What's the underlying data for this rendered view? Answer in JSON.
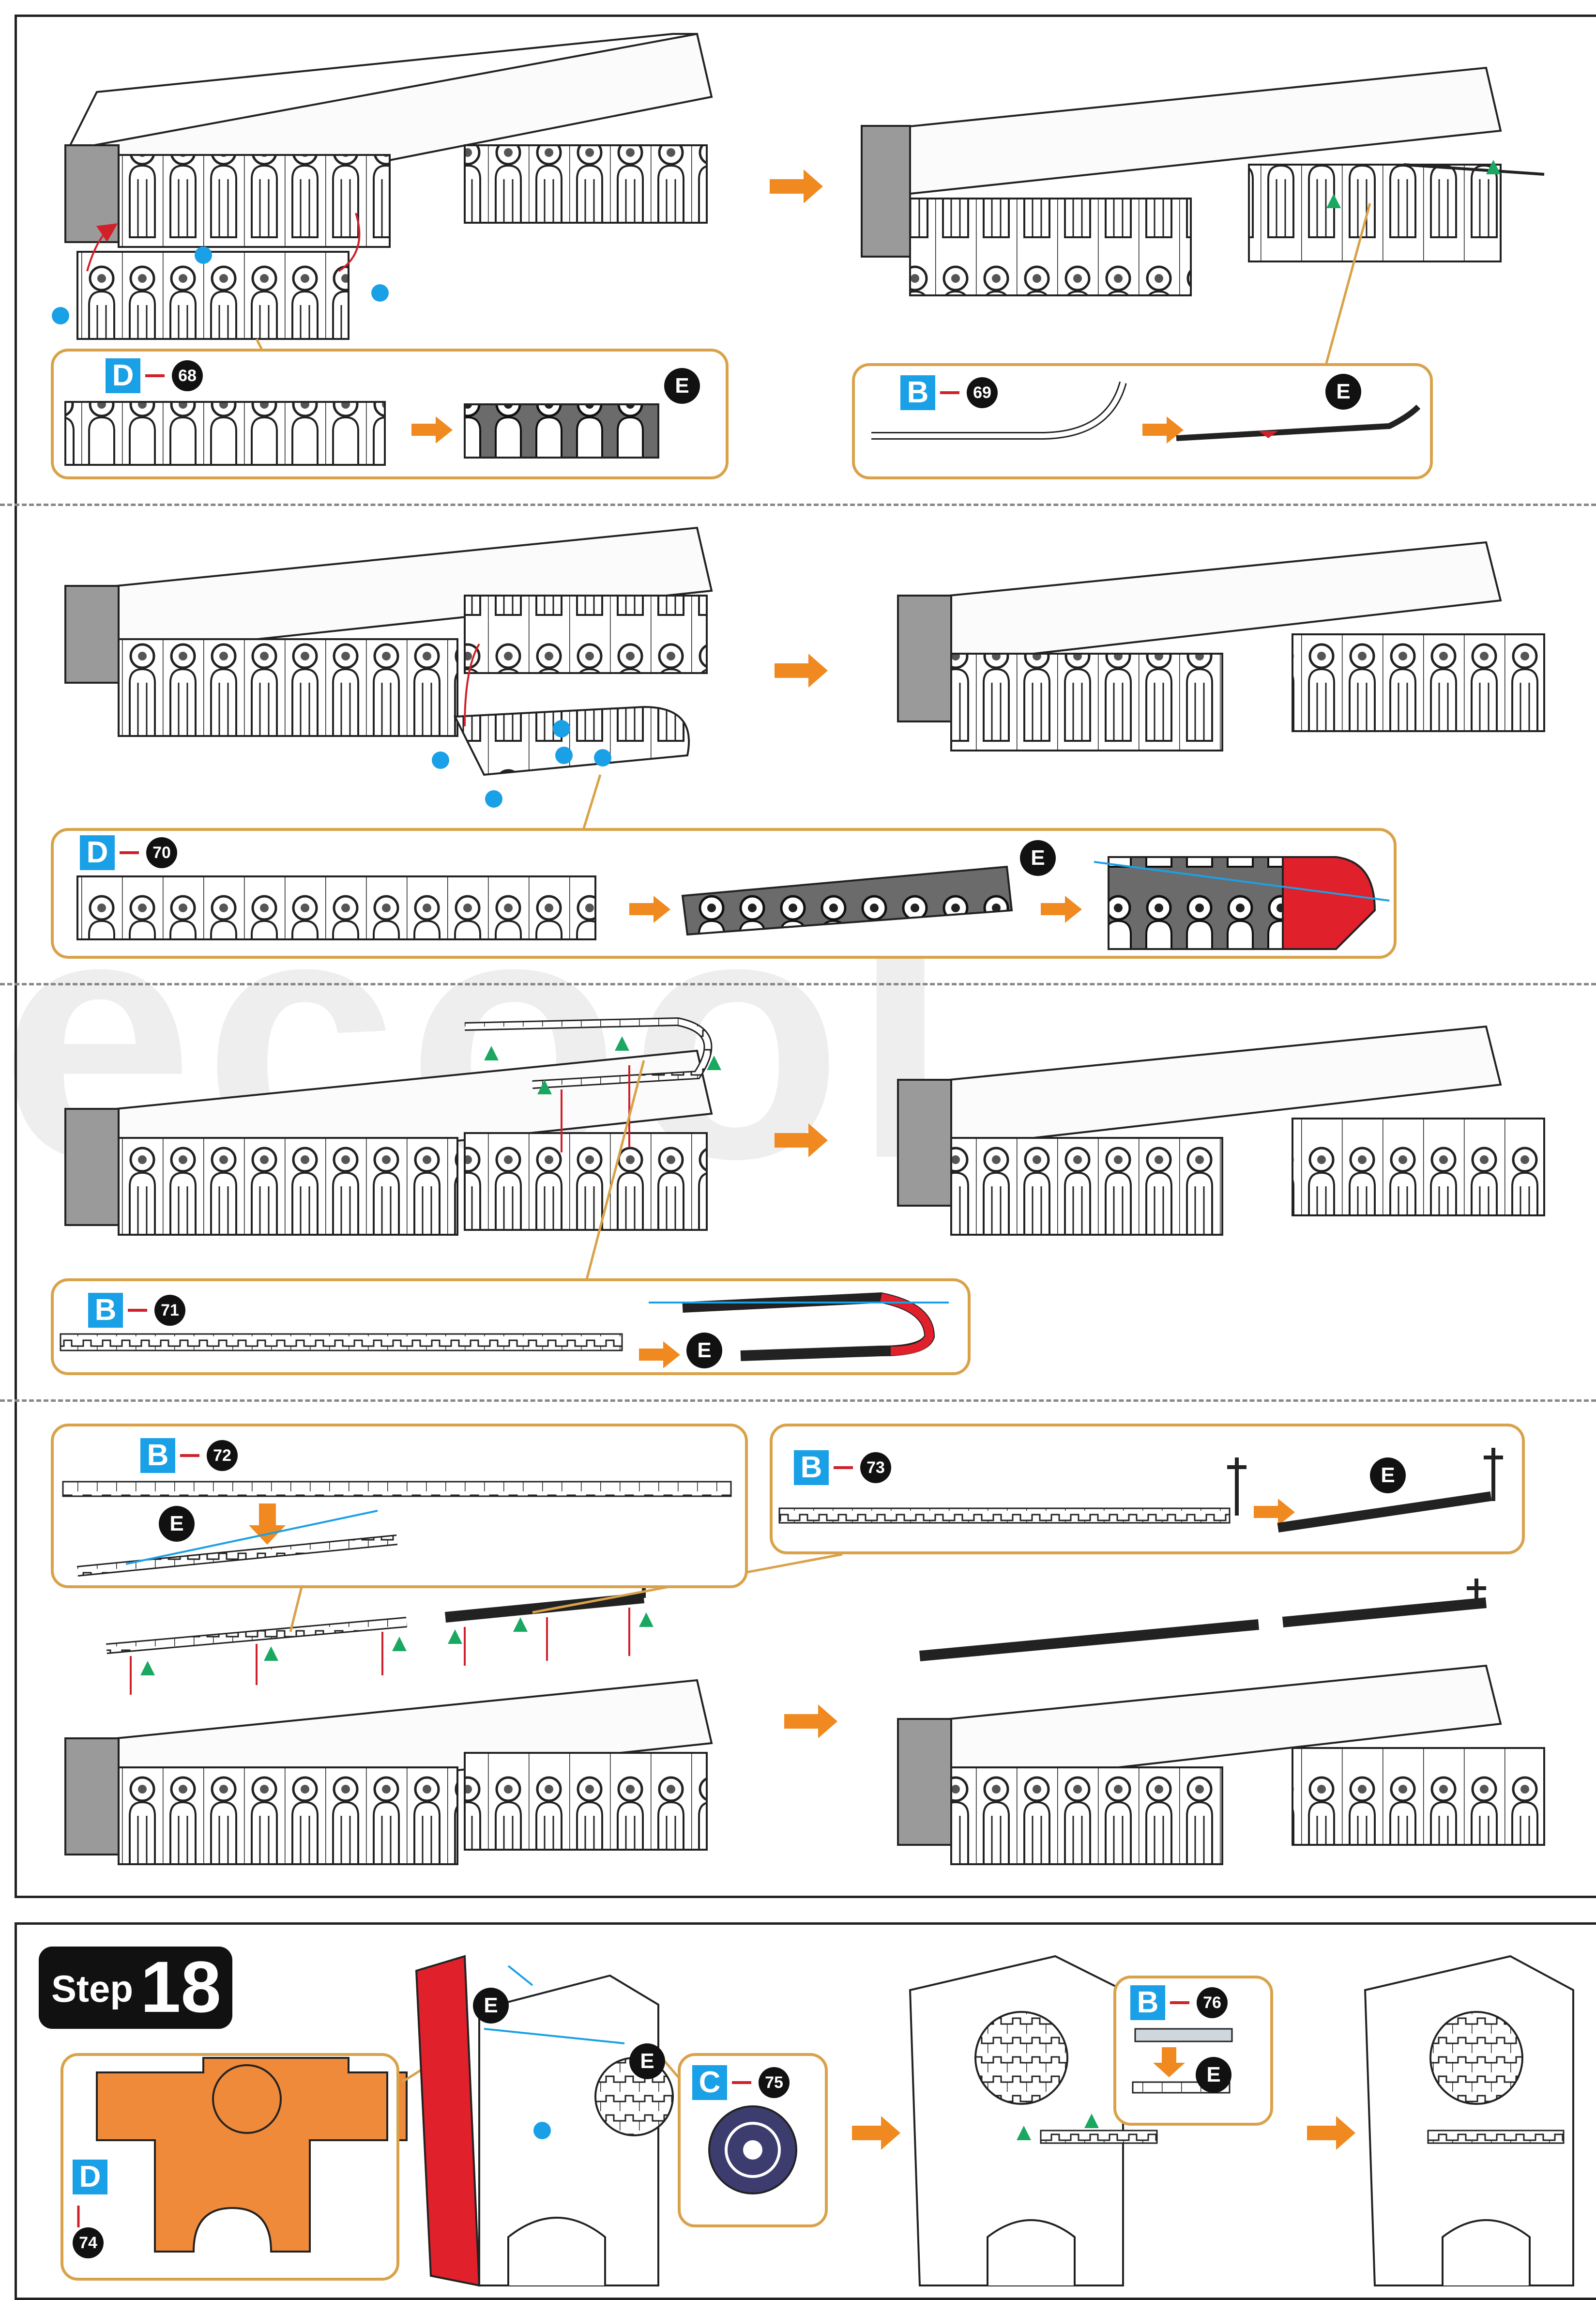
{
  "watermark": "ecool",
  "step": {
    "word": "Step",
    "number": "18"
  },
  "connector_letter": "E",
  "parts": [
    {
      "id": "p68",
      "letter": "D",
      "number": "68"
    },
    {
      "id": "p69",
      "letter": "B",
      "number": "69"
    },
    {
      "id": "p70",
      "letter": "D",
      "number": "70"
    },
    {
      "id": "p71",
      "letter": "B",
      "number": "71"
    },
    {
      "id": "p72",
      "letter": "B",
      "number": "72"
    },
    {
      "id": "p73",
      "letter": "B",
      "number": "73"
    },
    {
      "id": "p74",
      "letter": "D",
      "number": "74"
    },
    {
      "id": "p75",
      "letter": "C",
      "number": "75"
    },
    {
      "id": "p76",
      "letter": "B",
      "number": "76"
    }
  ],
  "colors": {
    "arrow": "#f0891f",
    "callout_border": "#d9a24a",
    "label_letter": "#1aa0e6",
    "part_highlight": "#e0202a",
    "part_orange": "#ee8a3a",
    "dot_blue": "#1aa0e6",
    "marker_green": "#1aa860",
    "connector_red": "#d0202a"
  }
}
